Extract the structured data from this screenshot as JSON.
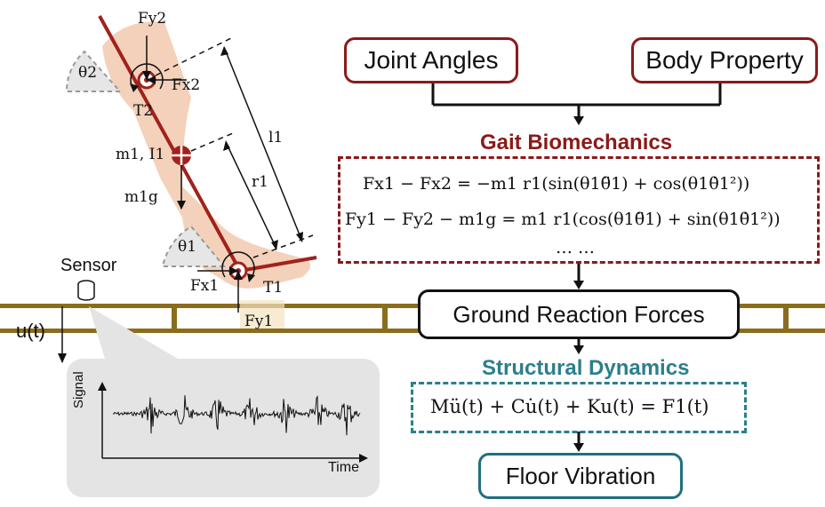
{
  "flow": {
    "joint_angles": "Joint Angles",
    "body_property": "Body Property",
    "gait_title": "Gait Biomechanics",
    "eq1": "Fx1 − Fx2 = −m1 r1(sin(θ1θ̈1) + cos(θ1θ̇1²))",
    "eq2": "Fy1 − Fy2 − m1g = m1 r1(cos(θ1θ̈1) + sin(θ1θ̇1²))",
    "ellipsis": "… …",
    "grf": "Ground Reaction Forces",
    "struct_title": "Structural Dynamics",
    "eq3": "Mü(t) + Cu̇(t) + Ku(t) = F1(t)",
    "floor_vibration": "Floor Vibration"
  },
  "leg": {
    "fy2": "Fy2",
    "fx2": "Fx2",
    "theta2": "θ2",
    "t2": "T2",
    "m1i1": "m1, I1",
    "m1g": "m1g",
    "l1": "l1",
    "r1": "r1",
    "theta1": "θ1",
    "fx1": "Fx1",
    "t1": "T1",
    "fy1": "Fy1"
  },
  "sensor": {
    "label": "Sensor",
    "u": "u(t)"
  },
  "signal": {
    "ylabel": "Signal",
    "xlabel": "Time"
  },
  "colors": {
    "red": "#8b1a1a",
    "teal": "#2b7f8c",
    "beam": "#8a6d1c",
    "skin": "#f2c9ae"
  }
}
